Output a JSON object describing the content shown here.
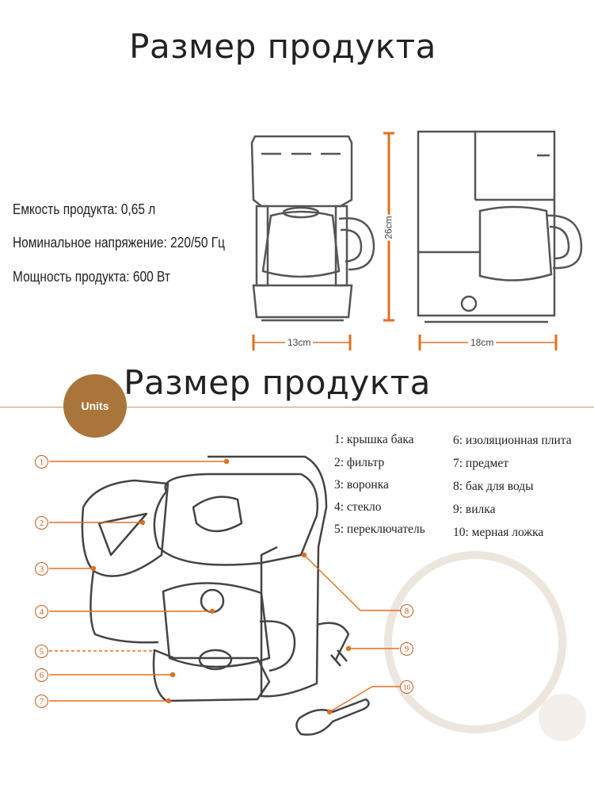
{
  "titles": {
    "top": "Размер продукта",
    "bottom": "Размер продукта"
  },
  "specs": [
    "Емкость продукта: 0,65 л",
    "Номинальное напряжение: 220/50 Гц",
    "Мощность продукта: 600 Вт"
  ],
  "dimensions": {
    "height": "26cm",
    "width_front": "13cm",
    "width_side": "18cm"
  },
  "badge": "Units",
  "parts": [
    "1: крышка бака",
    "2: фильтр",
    "3: воронка",
    "4: стекло",
    "5: переключатель",
    "6: изоляционная плита",
    "7: предмет",
    "8: бак для воды",
    "9: вилка",
    "10: мерная ложка"
  ],
  "callouts": [
    "1",
    "2",
    "3",
    "4",
    "5",
    "6",
    "7",
    "8",
    "9",
    "10"
  ],
  "colors": {
    "accent": "#e07020",
    "callout": "#c65a1e",
    "badge": "#a9753b",
    "divider": "#c79a63"
  }
}
